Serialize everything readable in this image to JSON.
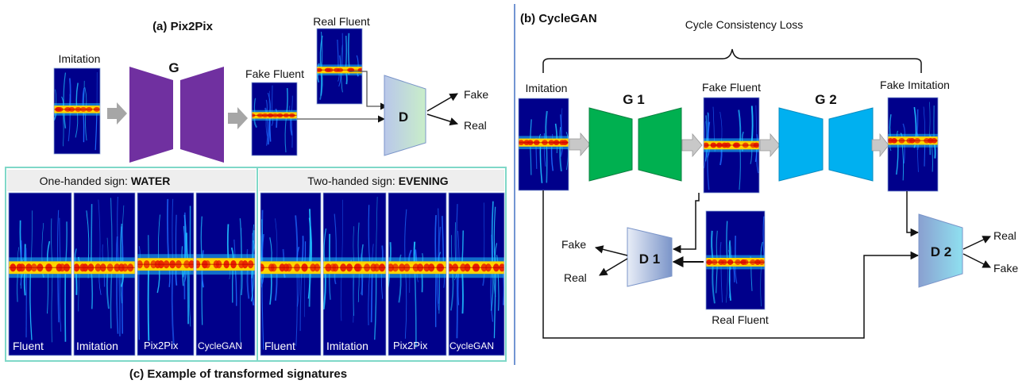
{
  "panel_a": {
    "title": "(a) Pix2Pix",
    "imitation_label": "Imitation",
    "fake_fluent_label": "Fake Fluent",
    "real_fluent_label": "Real Fluent",
    "generator_label": "G",
    "discriminator_label": "D",
    "out_fake": "Fake",
    "out_real": "Real"
  },
  "panel_b": {
    "title": "(b) CycleGAN",
    "cycle_loss_label": "Cycle Consistency Loss",
    "imitation_label": "Imitation",
    "fake_fluent_label": "Fake Fluent",
    "fake_imitation_label": "Fake Imitation",
    "real_fluent_label": "Real Fluent",
    "g1_label": "G 1",
    "g2_label": "G 2",
    "d1_label": "D 1",
    "d2_label": "D 2",
    "d1_fake": "Fake",
    "d1_real": "Real",
    "d2_real": "Real",
    "d2_fake": "Fake"
  },
  "panel_c": {
    "caption": "(c) Example of transformed signatures",
    "group1_prefix": "One-handed sign: ",
    "group1_sign": "WATER",
    "group2_prefix": "Two-handed sign: ",
    "group2_sign": "EVENING",
    "group1_columns": [
      "Fluent",
      "Imitation",
      "Pix2Pix",
      "CycleGAN"
    ],
    "group2_columns": [
      "Fluent",
      "Imitation",
      "Pix2Pix",
      "CycleGAN"
    ]
  },
  "colors": {
    "generator_purple": "#7030a0",
    "generator_green": "#00b050",
    "generator_blue": "#00b0f0",
    "frame_teal": "#7fd8c8",
    "divider_blue": "#4472c4",
    "spectrogram_bg": "#00008b",
    "arrow_gray": "#a6a6a6"
  },
  "icons": [
    "spectrogram-image",
    "gray-block-arrow",
    "trapezoid-generator",
    "trapezoid-discriminator"
  ]
}
